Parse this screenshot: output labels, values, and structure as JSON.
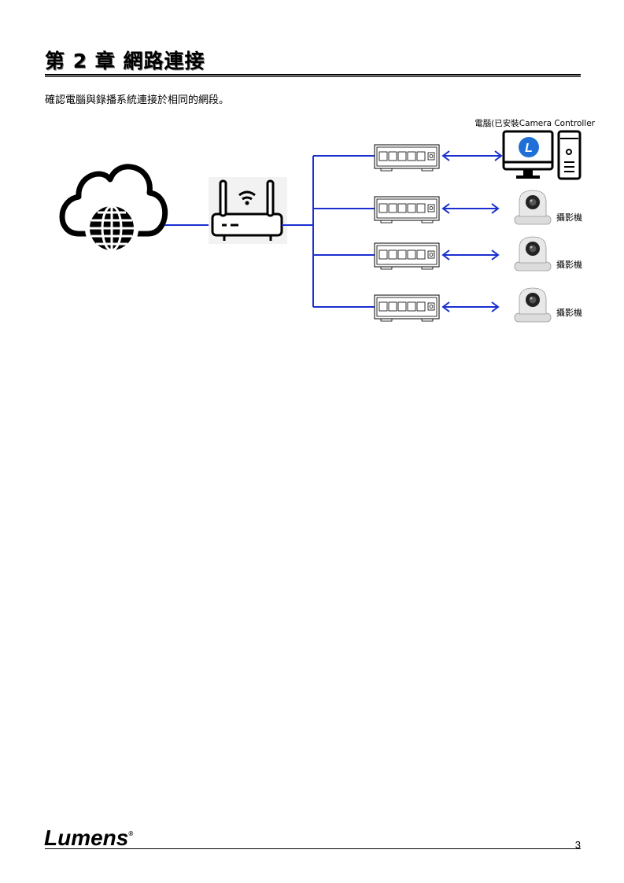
{
  "chapter": {
    "title": "第 2 章  網路連接"
  },
  "intro": {
    "text": "確認電腦與錄播系統連接於相同的網段。"
  },
  "diagram": {
    "pc_label": "電腦(已安裝Camera Controller",
    "camera_labels": [
      "攝影機",
      "攝影機",
      "攝影機"
    ],
    "line_color": "#1a2fd0",
    "arrow_color": "#1a2fd0"
  },
  "footer": {
    "logo_text": "Lumens",
    "logo_mark": "®",
    "page_number": "3"
  }
}
